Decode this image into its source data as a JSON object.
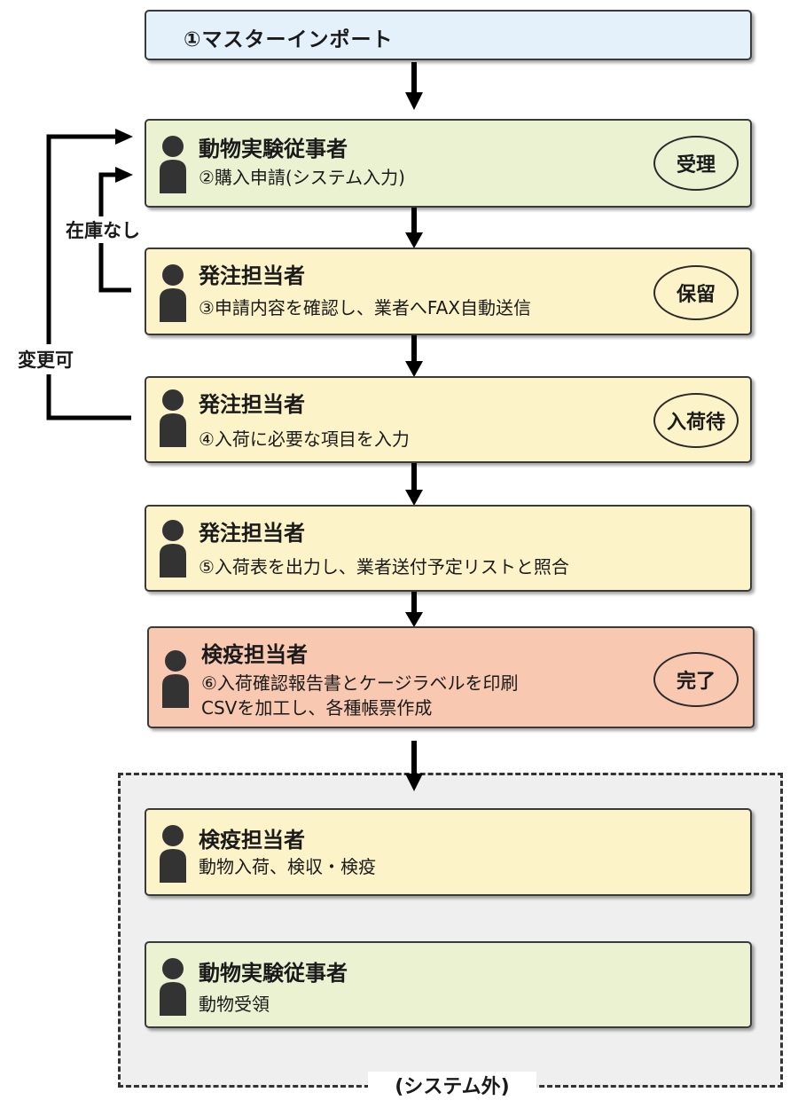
{
  "master_import": "①マスターインポート",
  "side_labels": {
    "out_of_stock": "在庫なし",
    "changeable": "変更可"
  },
  "steps": [
    {
      "role": "動物実験従事者",
      "desc": [
        "②購入申請(システム入力)"
      ],
      "status": "受理"
    },
    {
      "role": "発注担当者",
      "desc": [
        "③申請内容を確認し、業者へFAX自動送信"
      ],
      "status": "保留"
    },
    {
      "role": "発注担当者",
      "desc": [
        "④入荷に必要な項目を入力"
      ],
      "status": "入荷待"
    },
    {
      "role": "発注担当者",
      "desc": [
        "⑤入荷表を出力し、業者送付予定リストと照合"
      ]
    },
    {
      "role": "検疫担当者",
      "desc": [
        "⑥入荷確認報告書とケージラベルを印刷",
        "CSVを加工し、各種帳票作成"
      ],
      "status": "完了"
    }
  ],
  "external": {
    "label": "(システム外)",
    "steps": [
      {
        "role": "検疫担当者",
        "desc": [
          "動物入荷、検収・検疫"
        ]
      },
      {
        "role": "動物実験従事者",
        "desc": [
          "動物受領"
        ]
      }
    ]
  },
  "colors": {
    "master_fill": "#e4f1fb",
    "applicant_fill": "#eaf2d2",
    "ordering_fill": "#fdf3c8",
    "quarantine_fill": "#f8c8b0",
    "external_area_fill": "#efefef"
  }
}
